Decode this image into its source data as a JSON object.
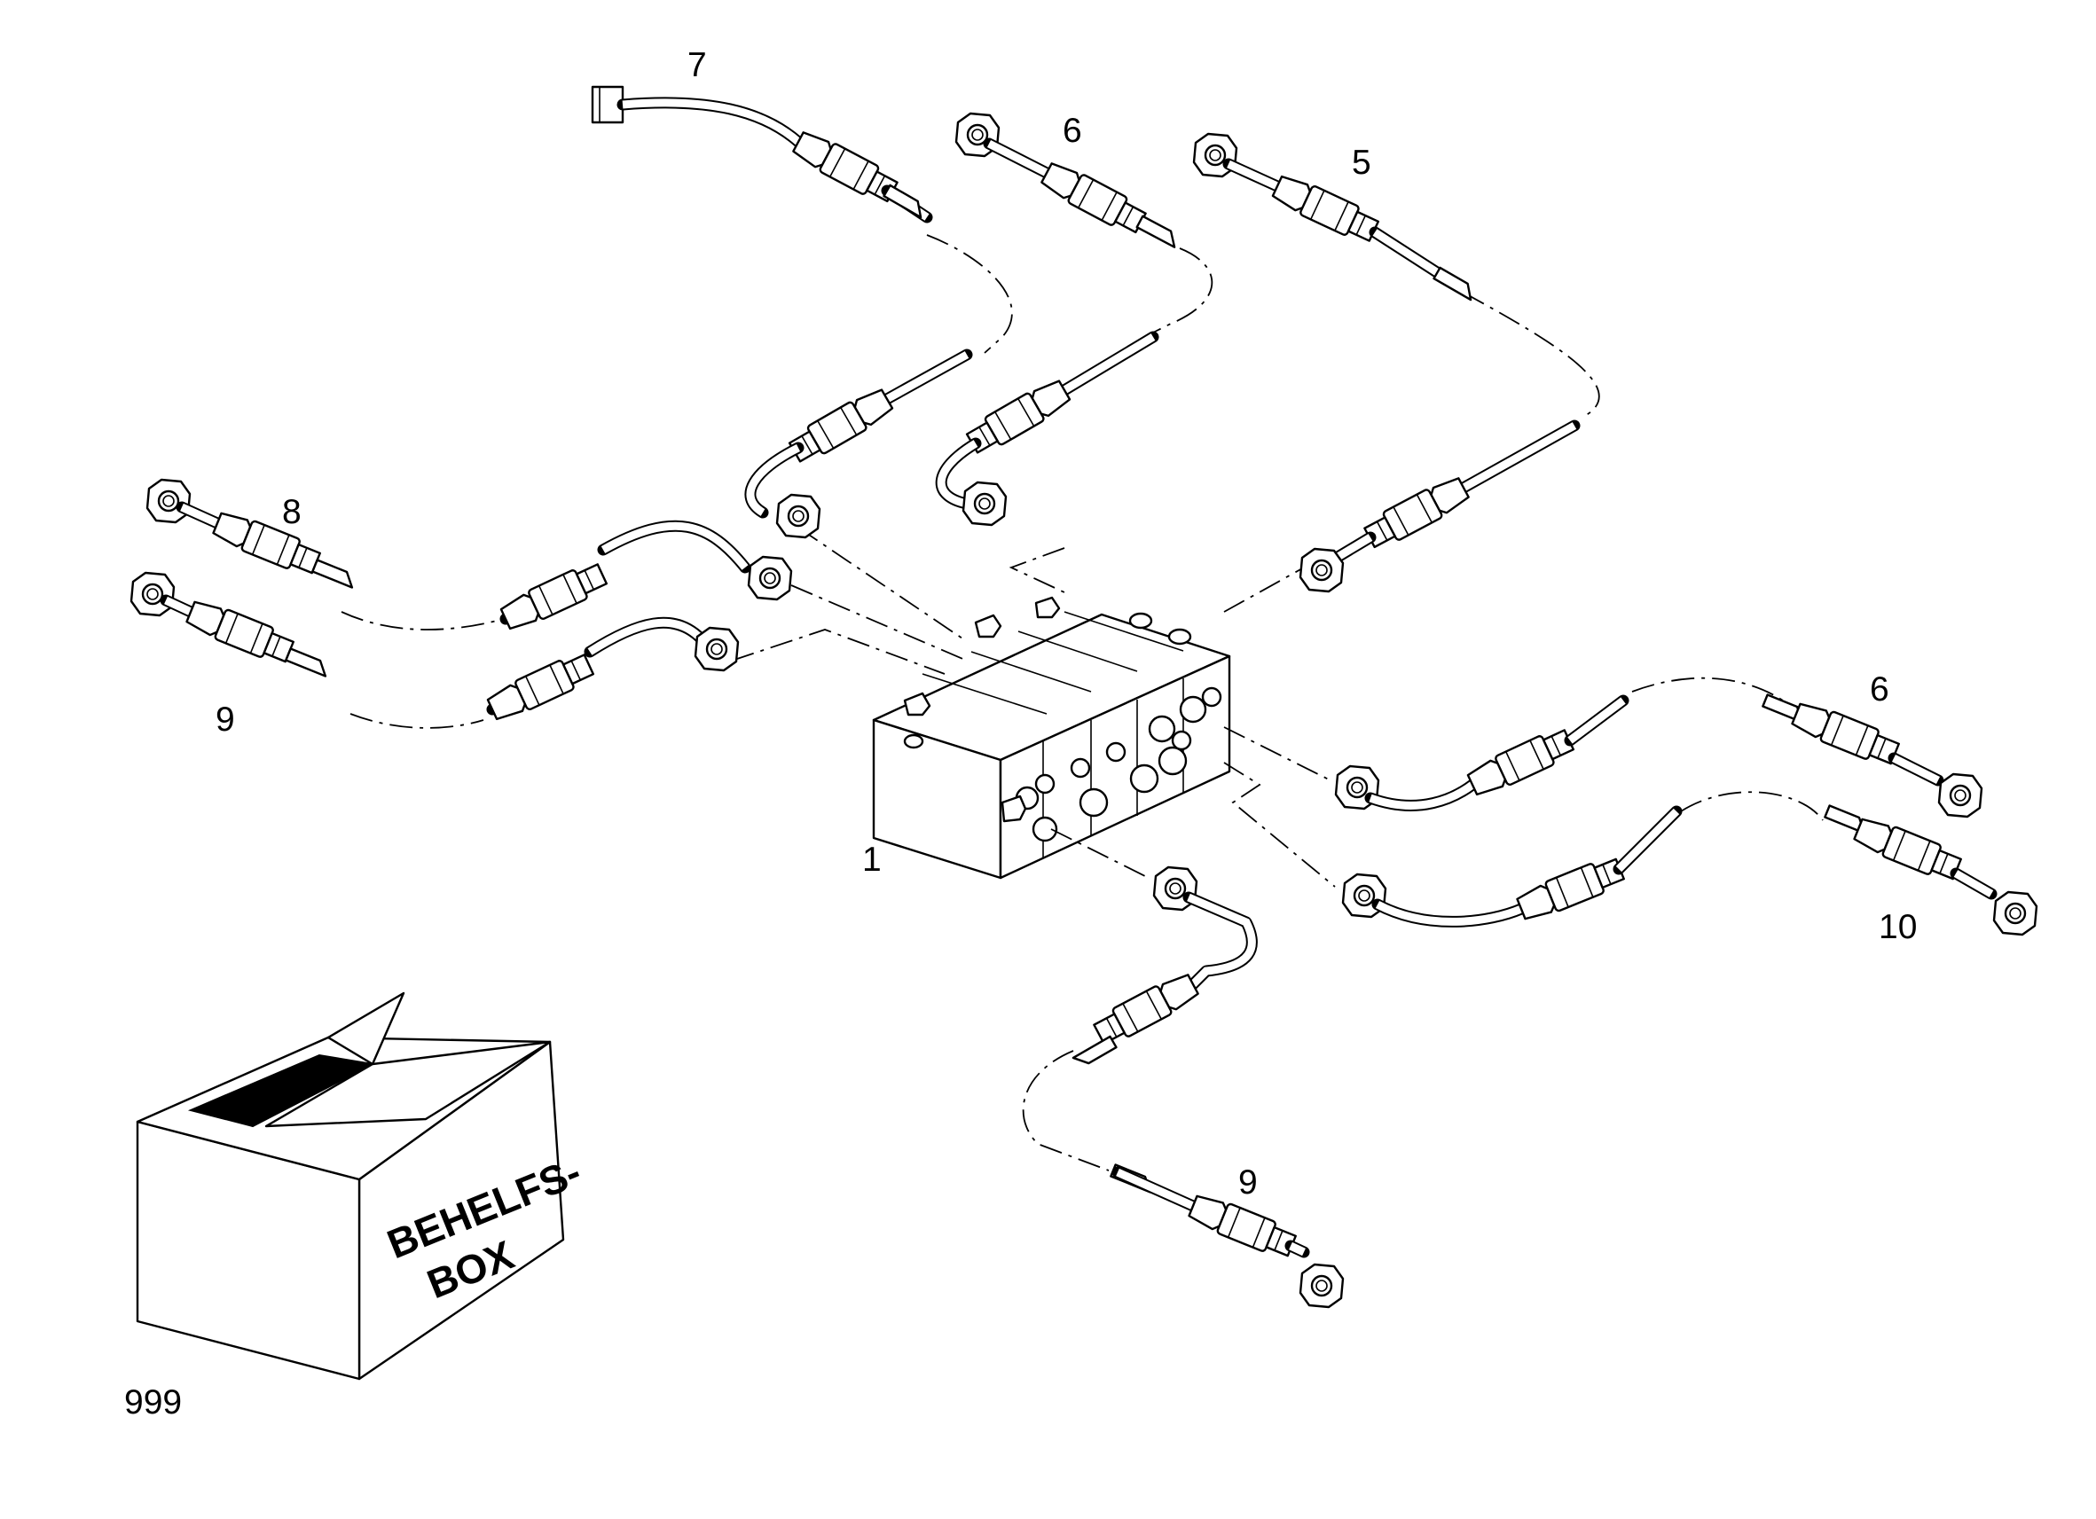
{
  "callouts": {
    "c1": "1",
    "c5": "5",
    "c6a": "6",
    "c6b": "6",
    "c7": "7",
    "c8": "8",
    "c9a": "9",
    "c9b": "9",
    "c10": "10",
    "c999": "999"
  },
  "box": {
    "line1": "BEHELFS-",
    "line2": "BOX"
  }
}
